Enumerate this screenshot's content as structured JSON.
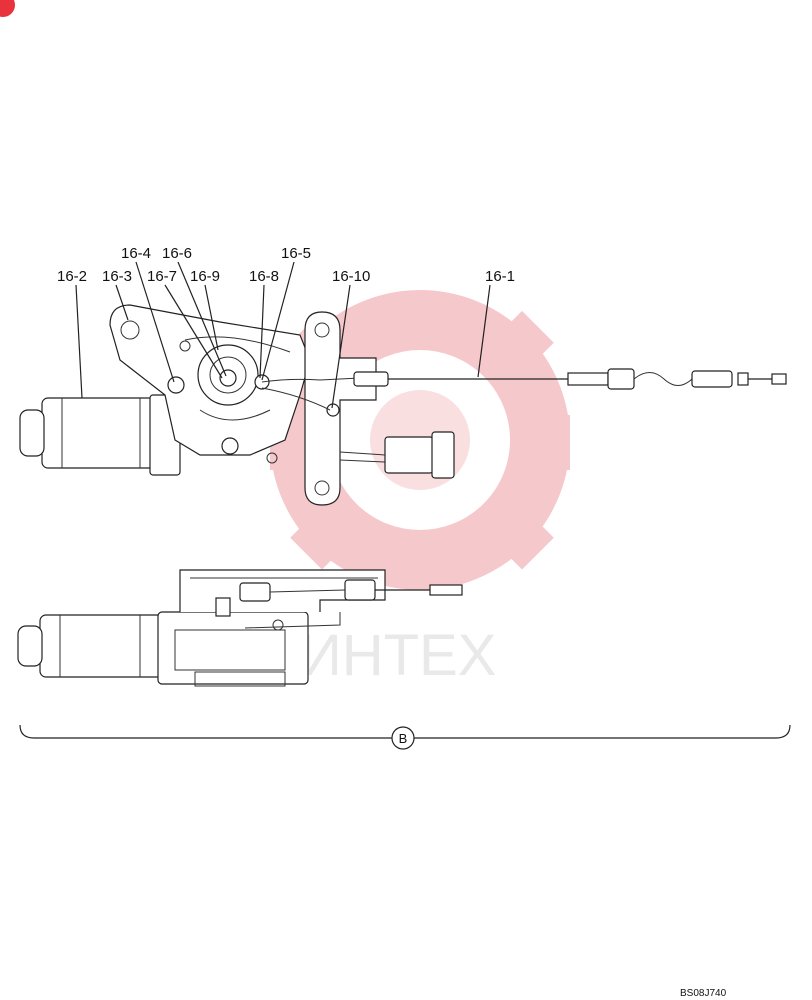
{
  "diagram": {
    "callouts": [
      {
        "id": "16-1",
        "label": "16-1"
      },
      {
        "id": "16-2",
        "label": "16-2"
      },
      {
        "id": "16-3",
        "label": "16-3"
      },
      {
        "id": "16-4",
        "label": "16-4"
      },
      {
        "id": "16-5",
        "label": "16-5"
      },
      {
        "id": "16-6",
        "label": "16-6"
      },
      {
        "id": "16-7",
        "label": "16-7"
      },
      {
        "id": "16-8",
        "label": "16-8"
      },
      {
        "id": "16-9",
        "label": "16-9"
      },
      {
        "id": "16-10",
        "label": "16-10"
      }
    ],
    "group_marker": "B",
    "drawing_code": "BS08J740"
  },
  "watermark": {
    "text": "ИНТЕХ",
    "color": "#f4c3c6"
  }
}
